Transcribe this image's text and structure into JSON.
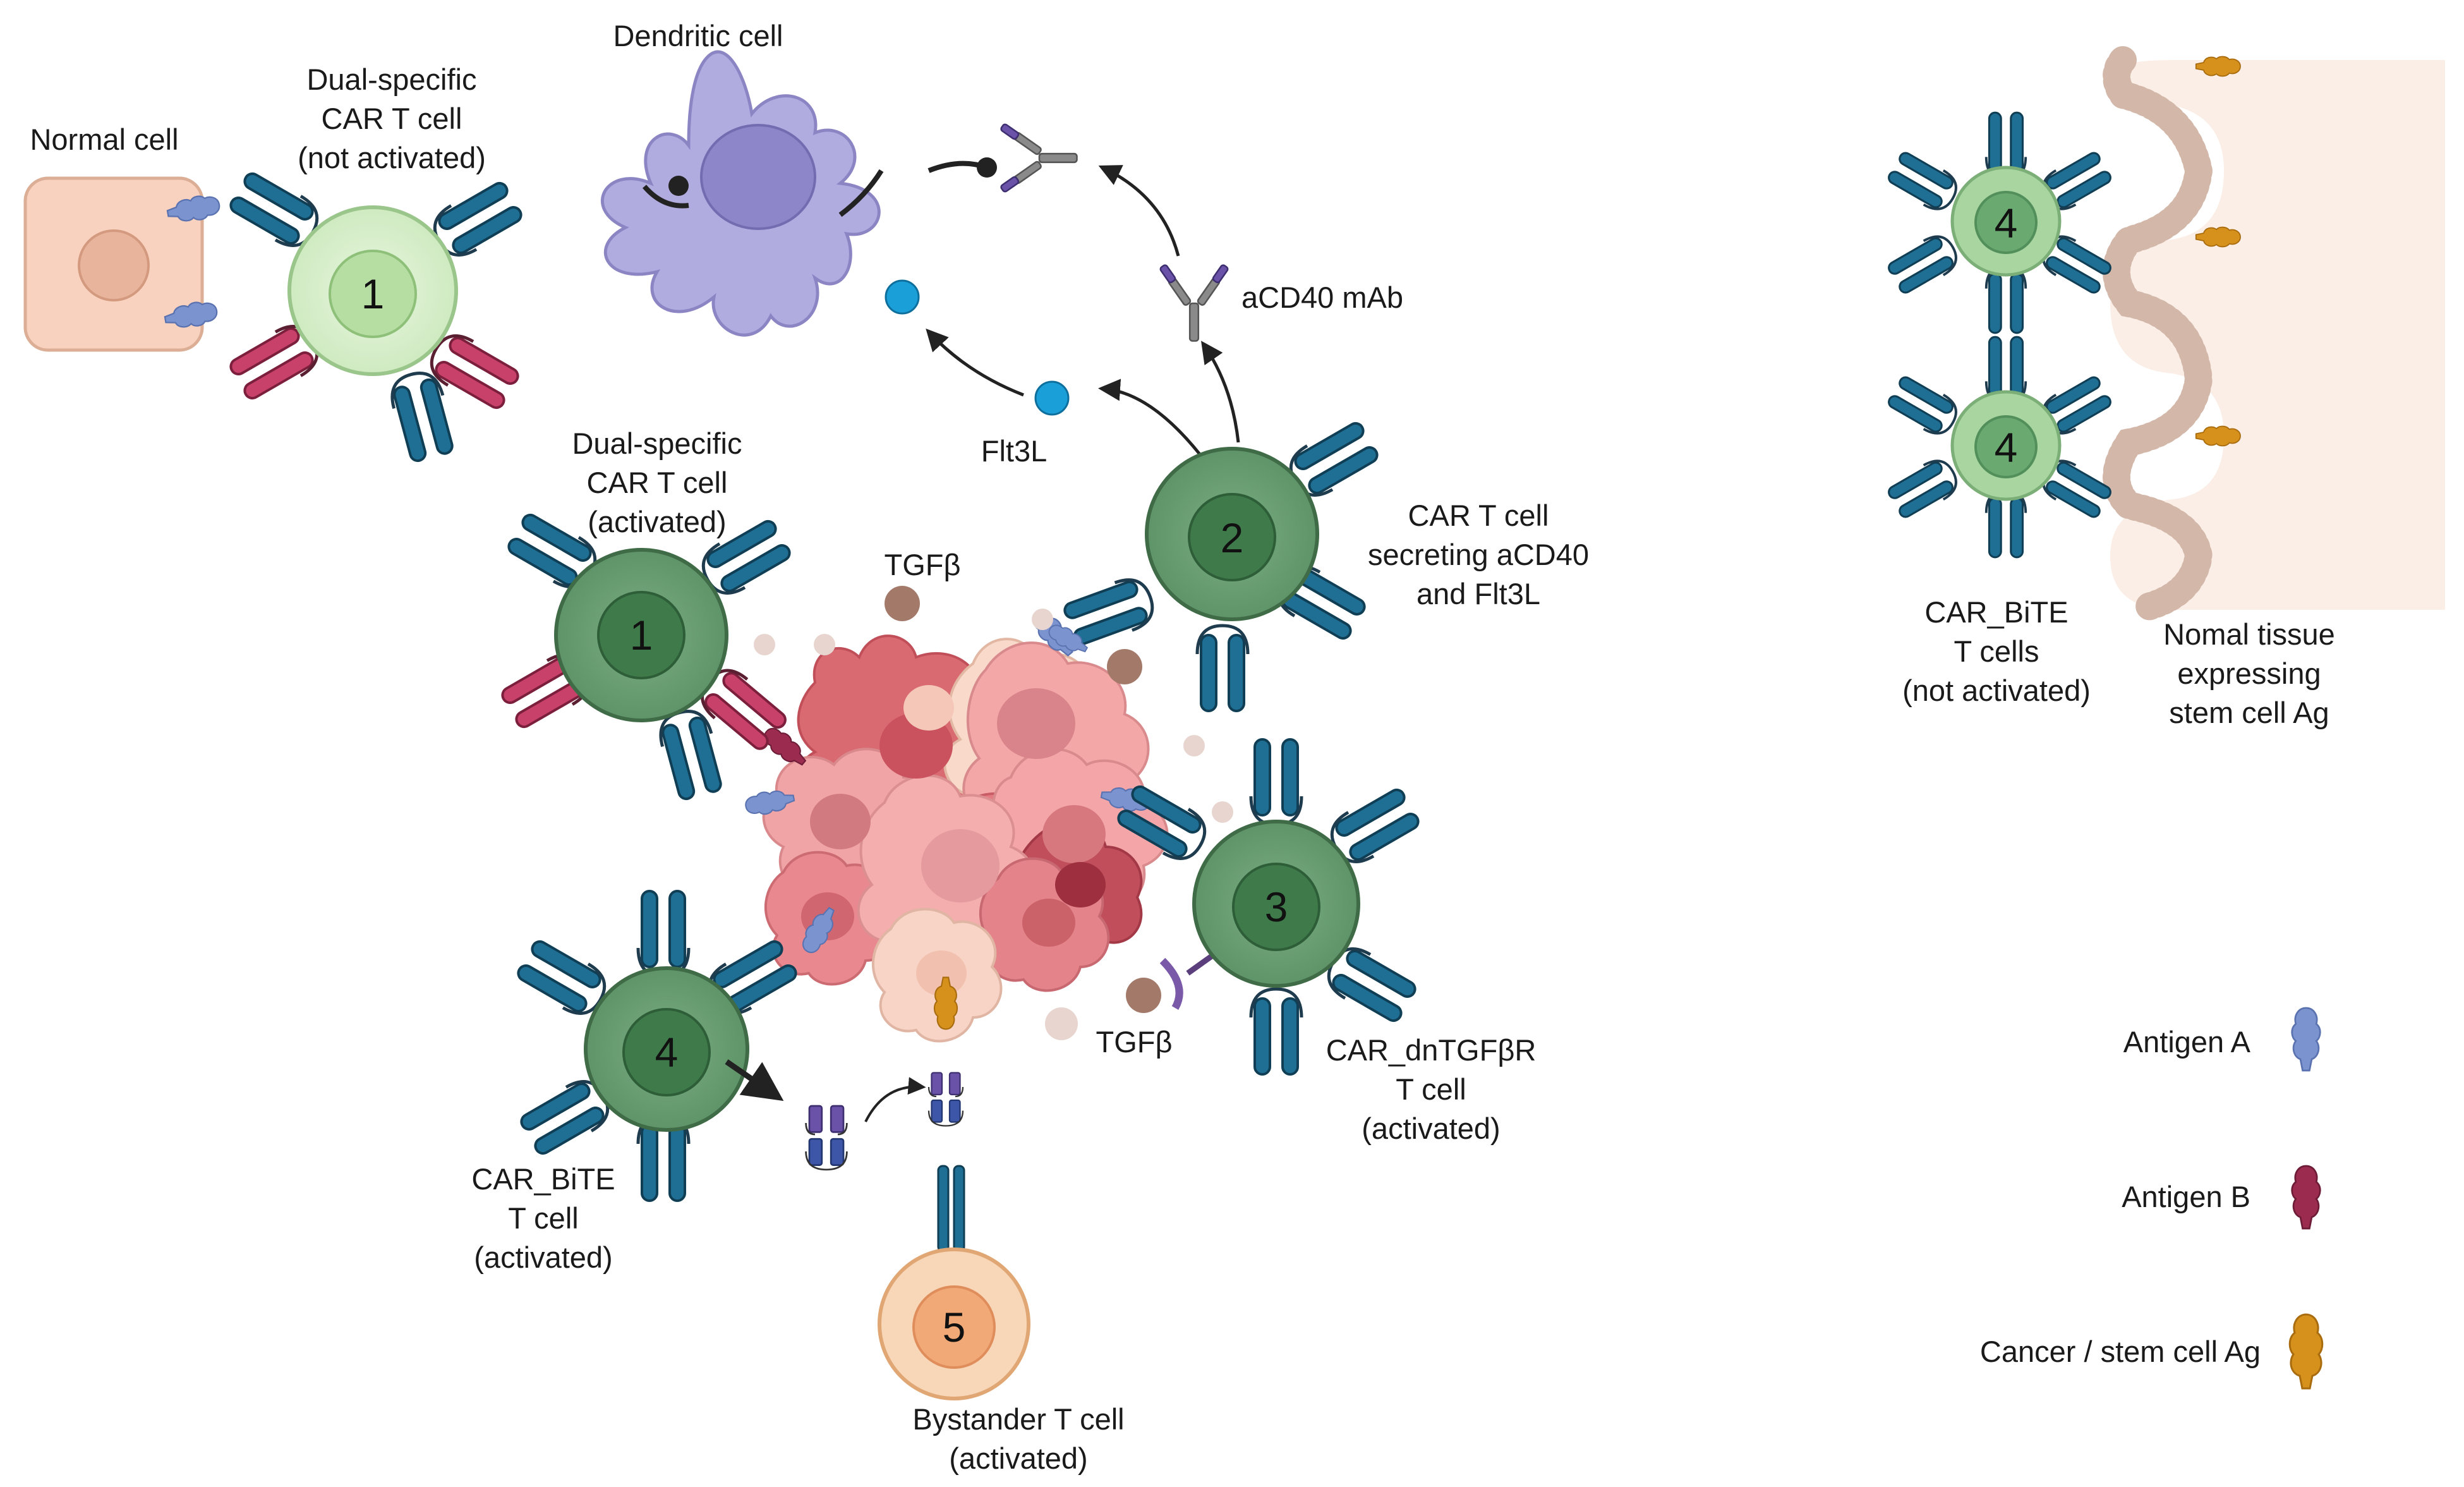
{
  "colors": {
    "car_blue": "#1f6f95",
    "car_red": "#c8416a",
    "antigen_a": "#7b93cf",
    "antigen_b": "#9b2b4f",
    "stem_ag": "#d6901c",
    "dendritic": "#b1ace0",
    "tumor": "#e9888e",
    "normal_cell": "#f8d2bf",
    "tissue": "#fbeee6",
    "tcell_dark": "#5f9368",
    "tcell_light": "#d7efcb",
    "bystander": "#f7c28b",
    "bite": "#6a52a8",
    "flt3l": "#1a9fd8",
    "tgfb": "#a37a6a"
  },
  "labels": {
    "normal_cell": "Normal cell",
    "dual_not_activated": [
      "Dual-specific",
      "CAR T cell",
      "(not activated)"
    ],
    "dendritic_cell": "Dendritic cell",
    "acd40": "aCD40 mAb",
    "flt3l": "Flt3L",
    "dual_activated": [
      "Dual-specific",
      "CAR T cell",
      "(activated)"
    ],
    "tgfb_top": "TGFβ",
    "secreting": [
      "CAR T cell",
      "secreting aCD40",
      "and Flt3L"
    ],
    "tgfb_bottom": "TGFβ",
    "dntgfbr": [
      "CAR_dnTGFβR",
      "T cell",
      "(activated)"
    ],
    "bite_activated": [
      "CAR_BiTE",
      "T cell",
      "(activated)"
    ],
    "bystander": [
      "Bystander T cell",
      "(activated)"
    ],
    "bite_not_activated": [
      "CAR_BiTE",
      "T cells",
      "(not activated)"
    ],
    "normal_tissue": [
      "Nomal tissue",
      "expressing",
      "stem cell Ag"
    ]
  },
  "numbers": {
    "cell_1a": "1",
    "cell_1b": "1",
    "cell_2": "2",
    "cell_3": "3",
    "cell_4a": "4",
    "cell_4b": "4",
    "cell_4c": "4",
    "cell_5": "5"
  },
  "legend": {
    "antigen_a": "Antigen A",
    "antigen_b": "Antigen B",
    "stem_ag": "Cancer / stem cell Ag"
  }
}
